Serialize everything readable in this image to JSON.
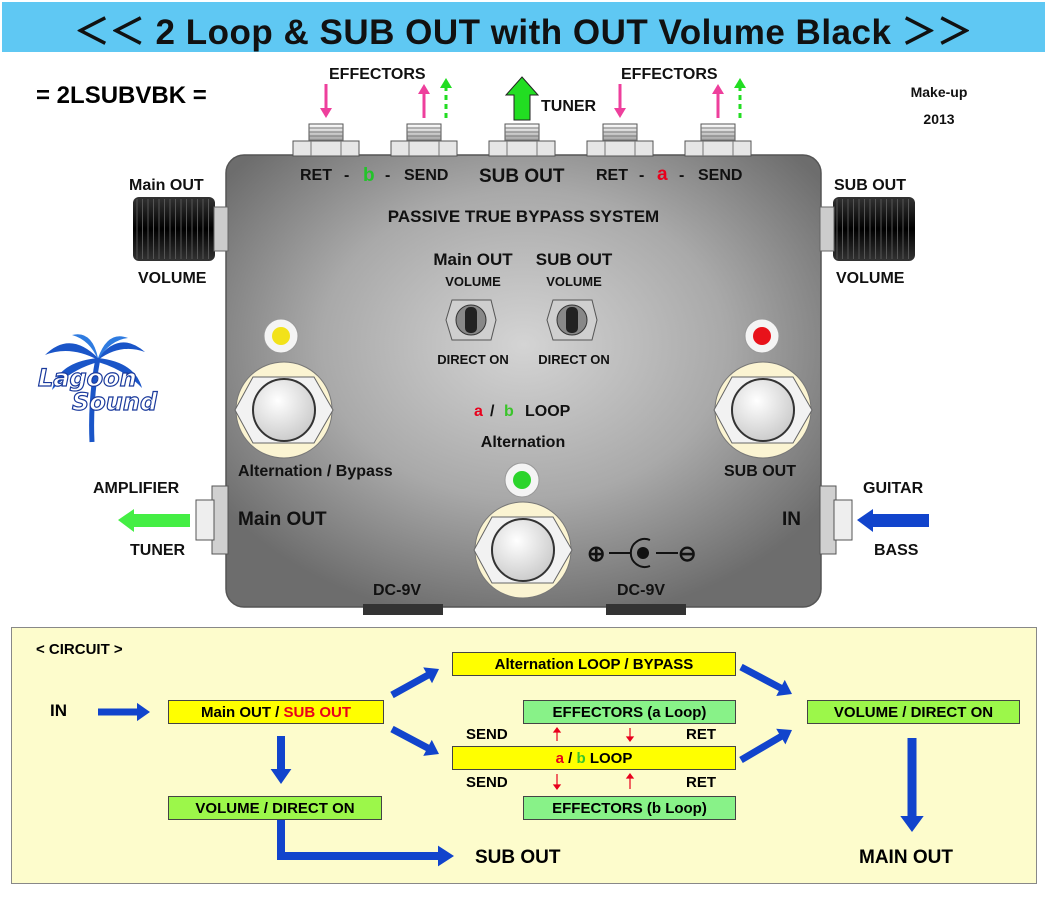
{
  "title": "＜＜ 2 Loop & SUB OUT with OUT Volume Black ＞＞",
  "model": "= 2LSUBVBK =",
  "makeup": {
    "line1": "Make-up",
    "line2": "2013"
  },
  "top": {
    "effectors_left": "EFFECTORS",
    "effectors_right": "EFFECTORS",
    "tuner": "TUNER",
    "jacks_left": {
      "ret": "RET",
      "dash1": "-",
      "loop": "b",
      "dash2": "-",
      "send": "SEND"
    },
    "sub_out": "SUB OUT",
    "jacks_right": {
      "ret": "RET",
      "dash1": "-",
      "loop": "a",
      "dash2": "-",
      "send": "SEND"
    }
  },
  "left_side": {
    "main_out": "Main OUT",
    "volume": "VOLUME",
    "amplifier": "AMPLIFIER",
    "tuner": "TUNER"
  },
  "right_side": {
    "sub_out": "SUB OUT",
    "volume": "VOLUME",
    "guitar": "GUITAR",
    "bass": "BASS"
  },
  "pedal": {
    "system": "PASSIVE TRUE  BYPASS SYSTEM",
    "switch1": {
      "title": "Main OUT",
      "top": "VOLUME",
      "bottom": "DIRECT ON"
    },
    "switch2": {
      "title": "SUB OUT",
      "top": "VOLUME",
      "bottom": "DIRECT ON"
    },
    "fs_left": "Alternation / Bypass",
    "fs_right": "SUB OUT",
    "loop_label": {
      "a": "a",
      "slash": "/",
      "b": "b",
      "loop": "LOOP"
    },
    "alternation": "Alternation",
    "main_out": "Main OUT",
    "in": "IN",
    "dc_left": "DC-9V",
    "dc_right": "DC-9V",
    "polarity_plus": "⊕",
    "polarity_minus": "⊖"
  },
  "logo": {
    "line1": "Lagoon",
    "line2": "Sound"
  },
  "led_colors": {
    "left": "#f2e21a",
    "right": "#e8121a",
    "center": "#2bd42b"
  },
  "circuit": {
    "heading": "< CIRCUIT >",
    "in": "IN",
    "main_sub": {
      "main": "Main OUT /",
      "sub": "SUB OUT"
    },
    "vol_direct_left": "VOLUME / DIRECT ON",
    "sub_out": "SUB  OUT",
    "alt_bypass": "Alternation LOOP / BYPASS",
    "effectors_a": "EFFECTORS  (a Loop)",
    "ab_loop": {
      "a": "a",
      "slash": "/",
      "b": "b",
      "loop": "LOOP"
    },
    "effectors_b": "EFFECTORS  (b Loop)",
    "send1": "SEND",
    "ret1": "RET",
    "send2": "SEND",
    "ret2": "RET",
    "vol_direct_right": "VOLUME / DIRECT ON",
    "main_out": "MAIN  OUT"
  }
}
